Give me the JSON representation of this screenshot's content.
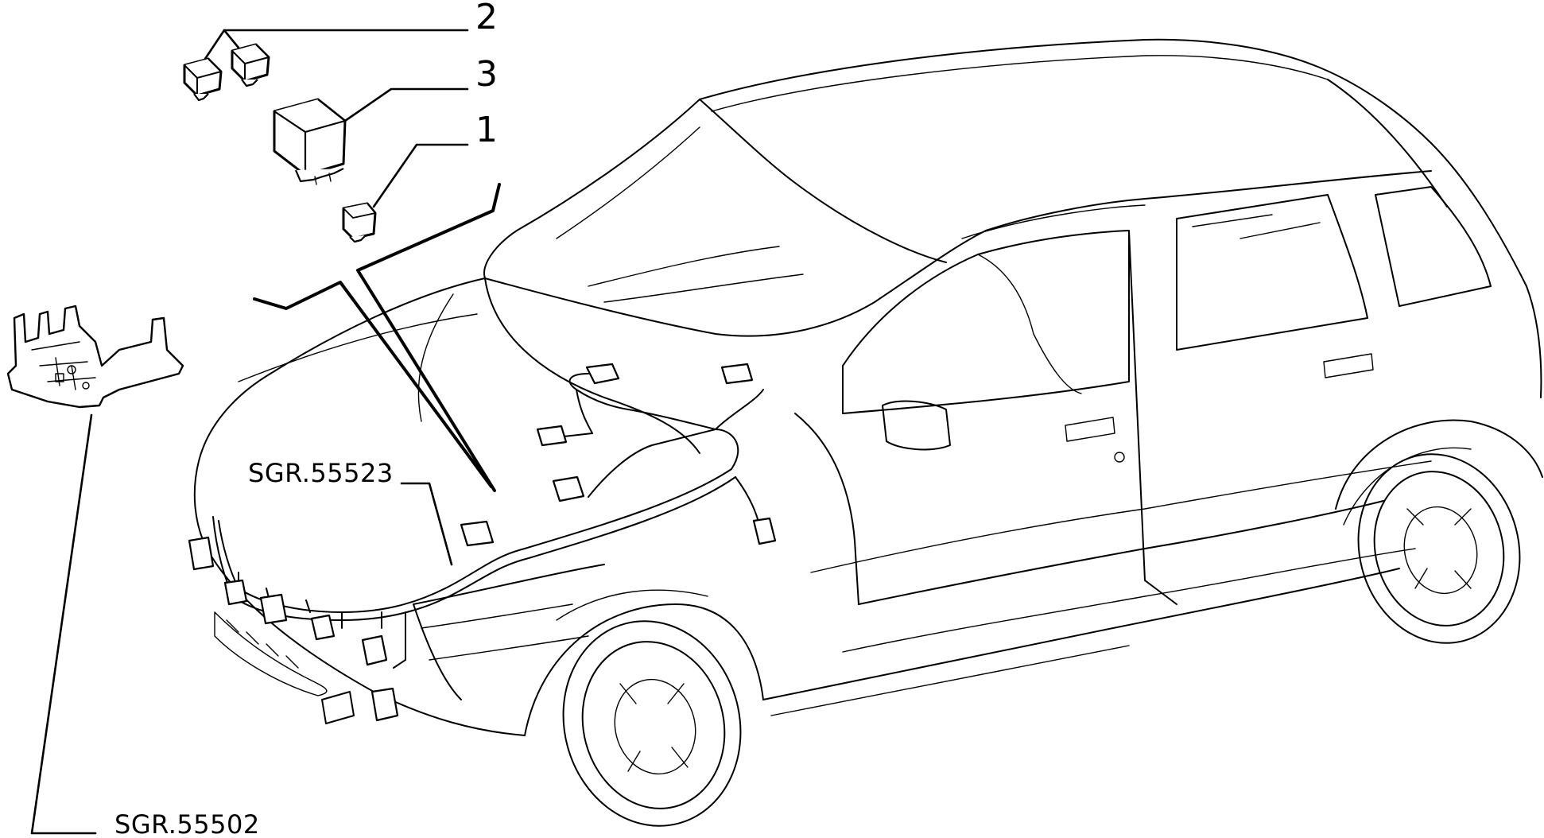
{
  "callouts": {
    "part_1": "1",
    "part_2": "2",
    "part_3": "3"
  },
  "references": {
    "harness_ref": "SGR.55523",
    "bracket_ref": "SGR.55502"
  }
}
